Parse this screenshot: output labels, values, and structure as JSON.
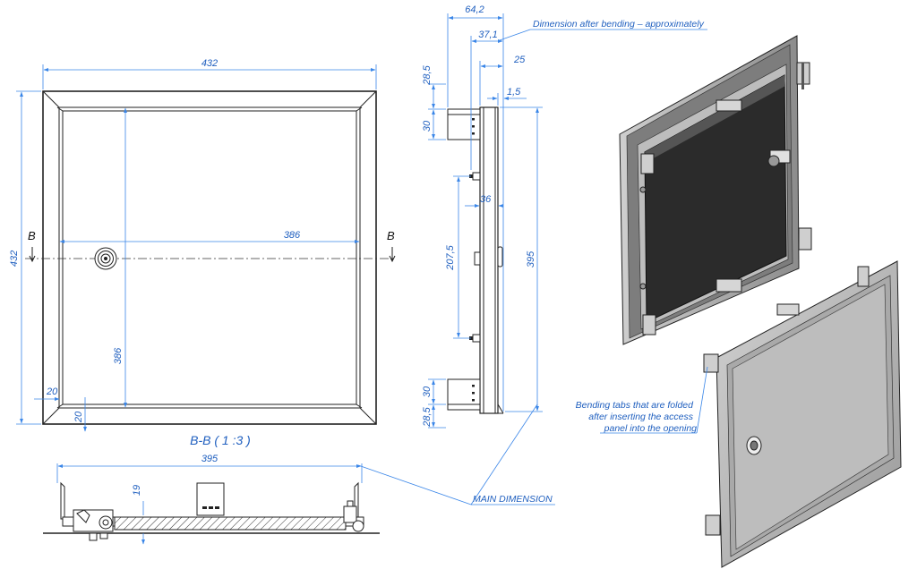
{
  "front_view": {
    "width_label": "432",
    "height_label": "432",
    "inner_width_label": "386",
    "inner_height_label": "386",
    "flange_h_label": "20",
    "flange_v_label": "20",
    "section_left": "B",
    "section_right": "B"
  },
  "side_view": {
    "dim_64_2": "64,2",
    "dim_37_1": "37,1",
    "dim_25": "25",
    "dim_1_5": "1,5",
    "dim_28_5_top": "28,5",
    "dim_30_top": "30",
    "dim_36": "36",
    "dim_207_5": "207,5",
    "dim_395": "395",
    "dim_30_bottom": "30",
    "dim_28_5_bottom": "28,5"
  },
  "section_view": {
    "title": "B-B ( 1 :3 )",
    "width_label": "395",
    "depth_label": "19"
  },
  "annotations": {
    "bending_note": "Dimension after bending – approximately",
    "main_dimension": "MAIN DIMENSION",
    "tabs_line1": "Bending tabs that are folded",
    "tabs_line2": "after inserting the access",
    "tabs_line3": "panel into the opening"
  },
  "colors": {
    "dimension": "#1f5fbf",
    "outline": "#222222",
    "panel_dark": "#2b2b2b",
    "panel_light": "#b9b9b9"
  }
}
